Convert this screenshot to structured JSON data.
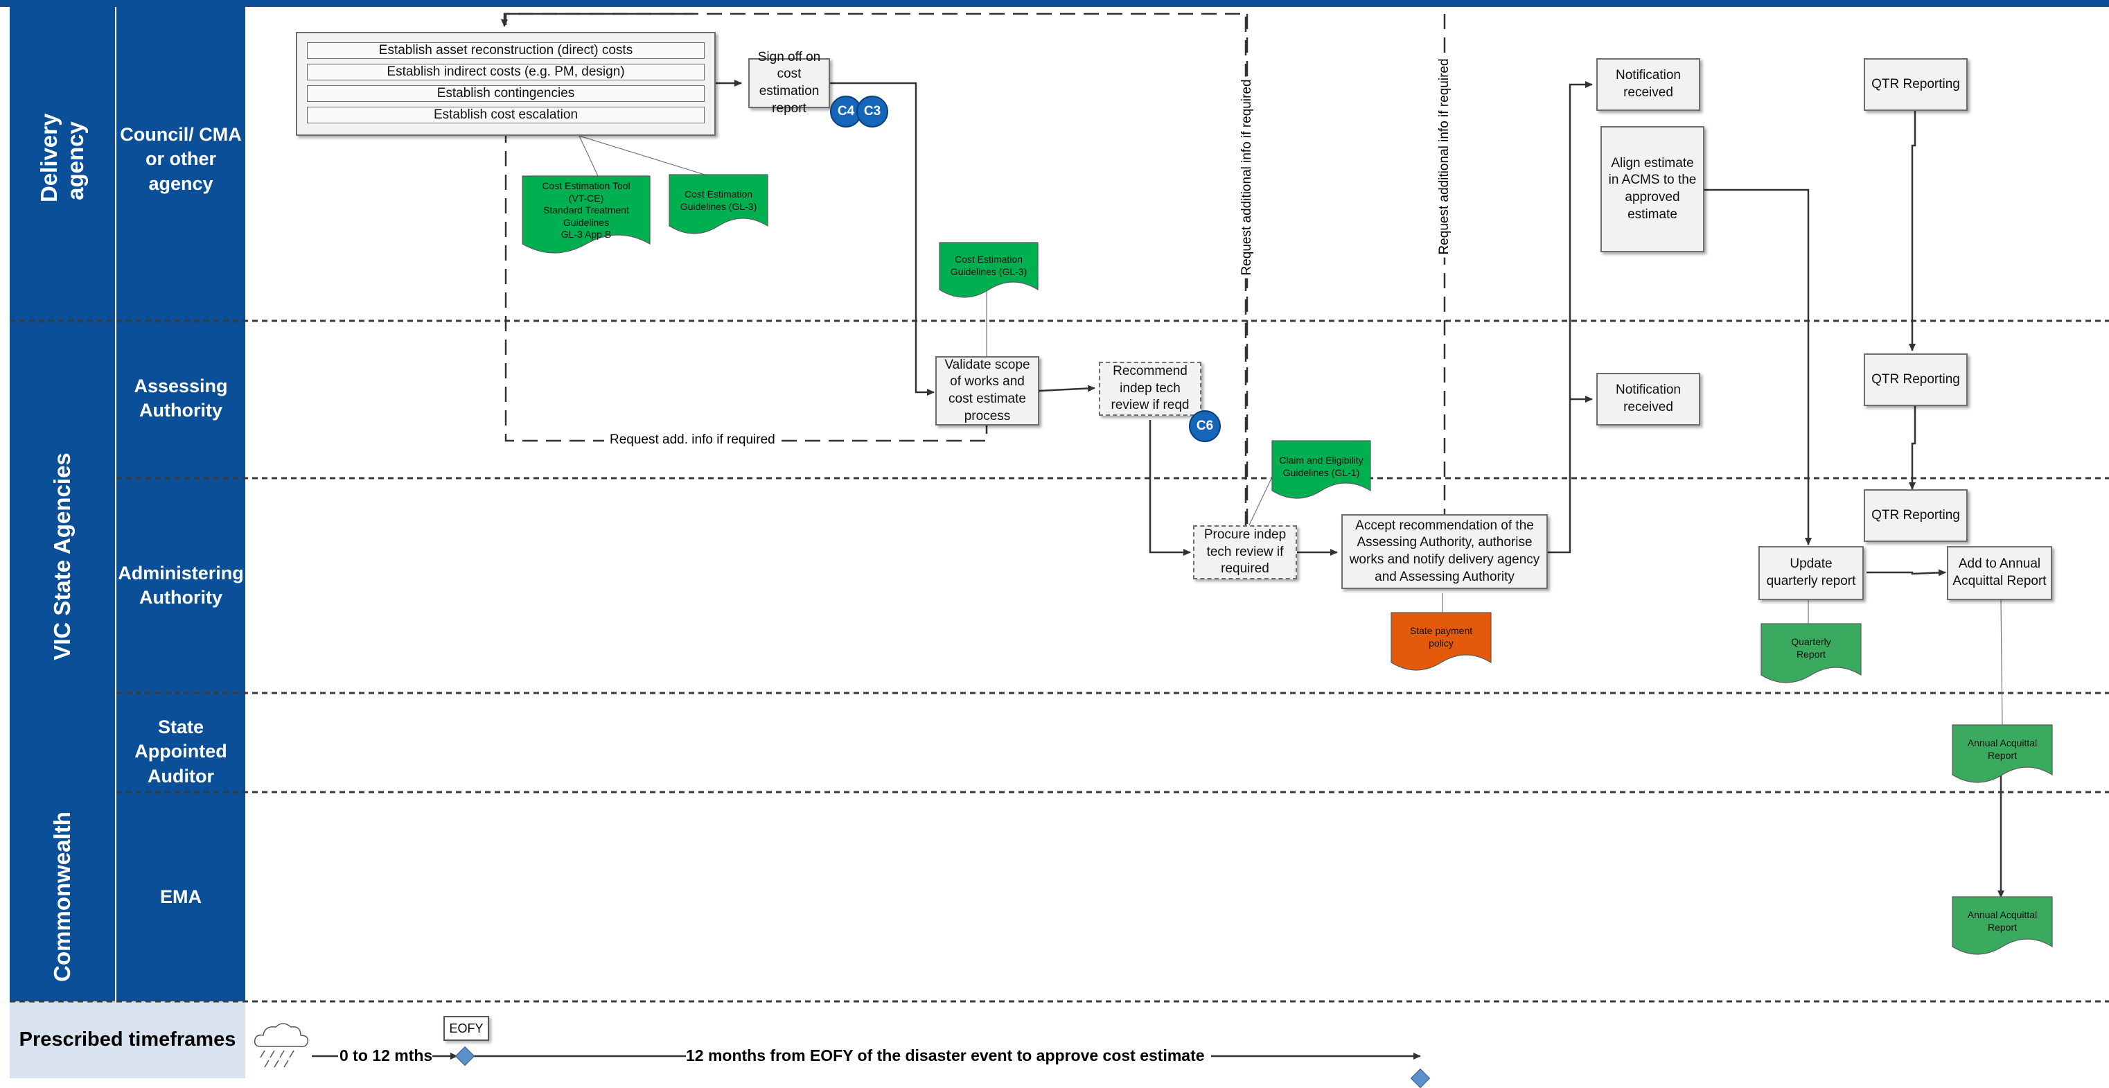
{
  "lanes": {
    "delivery_agency": "Delivery agency",
    "council": "Council/ CMA or other agency",
    "vic_state": "VIC State Agencies",
    "assessing": "Assessing Authority",
    "administering": "Administering Authority",
    "auditor": "State Appointed Auditor",
    "commonwealth": "Commonwealth",
    "ema": "EMA",
    "prescribed": "Prescribed timeframes"
  },
  "tasks": {
    "asset_costs": "Establish asset reconstruction (direct) costs",
    "indirect_costs": "Establish indirect costs (e.g. PM, design)",
    "contingencies": "Establish contingencies",
    "escalation": "Establish cost escalation",
    "sign_off": "Sign off on cost estimation report",
    "validate": "Validate scope of works and cost estimate process",
    "recommend": "Recommend indep tech review if reqd",
    "procure": "Procure indep tech review if required",
    "accept": "Accept recommendation of the Assessing Authority, authorise works and notify delivery agency and Assessing Authority",
    "notif_council": "Notification received",
    "align": "Align estimate in ACMS to the approved estimate",
    "notif_assessing": "Notification received",
    "qtr1": "QTR Reporting",
    "qtr2": "QTR Reporting",
    "qtr3": "QTR Reporting",
    "update_qtr": "Update quarterly report",
    "add_annual": "Add to Annual Acquittal Report"
  },
  "documents": {
    "tool": [
      "Cost Estimation Tool",
      "(VT-CE)",
      "Standard Treatment",
      "Guidelines",
      "GL-3 App B"
    ],
    "guidelines_council": "Cost Estimation Guidelines (GL-3)",
    "guidelines_assess": "Cost Estimation Guidelines (GL-3)",
    "claim": "Claim and Eligibility Guidelines (GL-1)",
    "state_payment": "State payment policy",
    "quarterly": "Quarterly Report",
    "annual_auditor": "Annual Acquittal Report",
    "annual_ema": "Annual Acquittal Report"
  },
  "badges": {
    "c4": "C4",
    "c3": "C3",
    "c6": "C6"
  },
  "annotations": {
    "request_add": "Request add. info if required",
    "request_1": "Request additional info if required",
    "request_2": "Request additional info if required"
  },
  "timeline": {
    "range1": "0 to 12 mths",
    "eofy": "EOFY",
    "range2": "12 months from EOFY of the disaster event to approve cost estimate"
  },
  "colors": {
    "lane_blue": "#0b4f99",
    "doc_green": "#00b050",
    "doc_orange": "#e35a0c",
    "badge_blue": "#1565b8"
  },
  "icons": {
    "weather": "rain-cloud-icon",
    "milestone": "diamond-icon"
  }
}
